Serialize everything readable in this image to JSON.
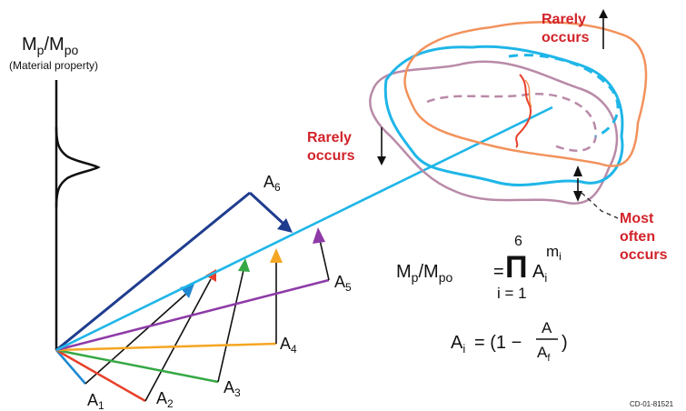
{
  "axis": {
    "label_main": "M",
    "label_sub1": "p",
    "label_slash": "/M",
    "label_sub2": "po",
    "label_note": "(Material property)"
  },
  "vectors": {
    "a1": {
      "base": "A",
      "sub": "1"
    },
    "a2": {
      "base": "A",
      "sub": "2"
    },
    "a3": {
      "base": "A",
      "sub": "3"
    },
    "a4": {
      "base": "A",
      "sub": "4"
    },
    "a5": {
      "base": "A",
      "sub": "5"
    },
    "a6": {
      "base": "A",
      "sub": "6"
    }
  },
  "annotations": {
    "rarely_top_line1": "Rarely",
    "rarely_top_line2": "occurs",
    "rarely_mid_line1": "Rarely",
    "rarely_mid_line2": "occurs",
    "most_line1": "Most",
    "most_line2": "often",
    "most_line3": "occurs"
  },
  "equations": {
    "eq1_lhs_m": "M",
    "eq1_lhs_p": "p",
    "eq1_lhs_slash": "/M",
    "eq1_lhs_po": "po",
    "eq1_equals": "=",
    "eq1_prod": "Π",
    "eq1_upper": "6",
    "eq1_lower": "i = 1",
    "eq1_a": "A",
    "eq1_a_sub": "i",
    "eq1_exp_m": "m",
    "eq1_exp_i": "i",
    "eq2_a": "A",
    "eq2_a_sub": "i",
    "eq2_rhs_open": "= (1 −",
    "eq2_num": "A",
    "eq2_den": "A",
    "eq2_den_sub": "f",
    "eq2_close": ")"
  },
  "figure_id": "CD-01-81521",
  "colors": {
    "a1": "#1e88d2",
    "a2": "#e8402a",
    "a3": "#35a845",
    "a4": "#f5a623",
    "a5": "#8e3aa8",
    "a6": "#1f3d8f",
    "resultant": "#1fb6e8",
    "red_text": "#d2232a",
    "orange_cloud": "#f2925c",
    "mauve_cloud": "#b98aa8",
    "cyan_cloud": "#1fb6e8"
  }
}
